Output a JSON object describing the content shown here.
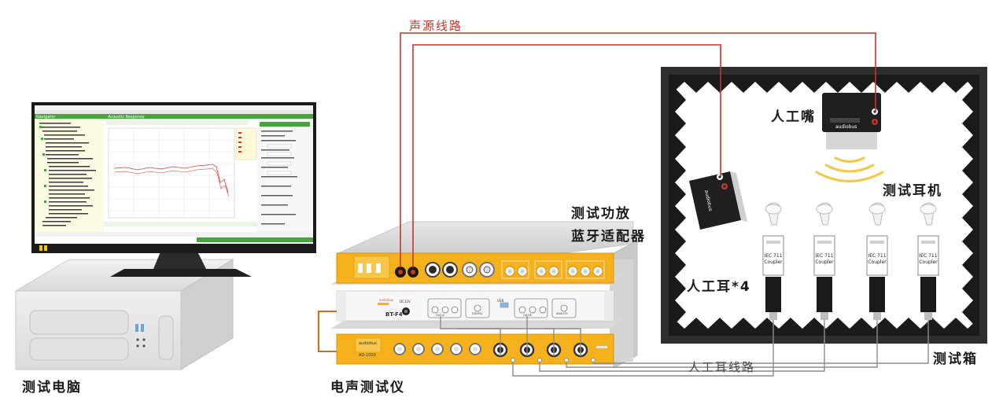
{
  "labels": {
    "sound_source_line": "声源线路",
    "mouth": "人工嘴",
    "test_headphone": "测试耳机",
    "test_amp": "测试功放",
    "bt_adapter": "蓝牙适配器",
    "ear": "人工耳*4",
    "test_box": "测试箱",
    "ear_line": "人工耳线路",
    "test_pc": "测试电脑",
    "analyzer": "电声测试仪"
  },
  "devices": {
    "bt_model": "BT-F4",
    "analyzer_model": "AD-1000",
    "brand": "audiobus",
    "usb_label": "USB",
    "dc_label": "DC12V",
    "digital_label": "DIGITAL",
    "analog_label": "ANALOG",
    "out_a": "OUT-A",
    "out_b": "OUT-B",
    "coupler_line1": "IEC 711",
    "coupler_line2": "Coupler"
  },
  "monitor": {
    "app_title": "Acoustic Response",
    "navigator_title": "Navigator"
  },
  "colors": {
    "source_line": "#c0392b",
    "ear_line": "#8c8c8c",
    "amp_orange": "#f5b21c",
    "bt_line": "#c8701e",
    "box_frame": "#2e2e2e",
    "wave": "#f0c84a"
  }
}
